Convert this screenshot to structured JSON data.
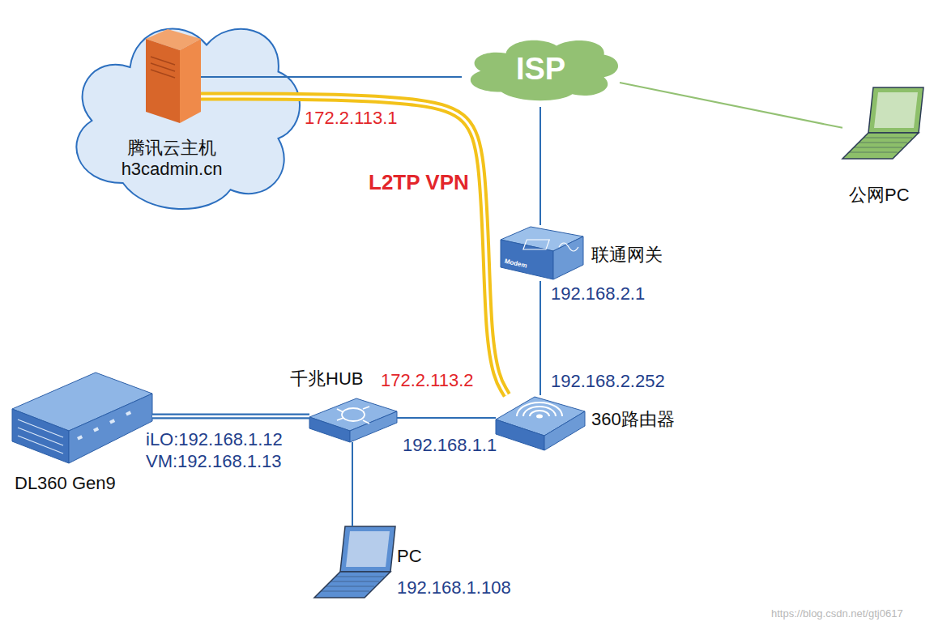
{
  "diagram": {
    "nodes": [
      {
        "text": [
          "腾讯云主机 h3cadmin.cn"
        ]
      },
      {
        "text": [
          "ISP"
        ]
      },
      {
        "text": [
          "公网PC"
        ]
      },
      {
        "text": [
          "联通网关"
        ]
      },
      {
        "text": [
          "360路由器"
        ]
      },
      {
        "text": [
          "千兆HUB"
        ]
      },
      {
        "text": [
          "DL360 Gen9"
        ]
      },
      {
        "text": [
          "PC",
          "192.168.1.108"
        ]
      }
    ],
    "edges": [
      {
        "from": 0,
        "to": 1,
        "arrow": "none"
      },
      {
        "from": 1,
        "to": 2,
        "arrow": "none"
      },
      {
        "from": 1,
        "to": 3,
        "arrow": "none"
      },
      {
        "from": 3,
        "to": 4,
        "arrow": "none"
      },
      {
        "from": 0,
        "to": 4,
        "label": "L2TP VPN",
        "arrow": "none"
      },
      {
        "from": 4,
        "to": 5,
        "arrow": "none"
      },
      {
        "from": 5,
        "to": 6,
        "arrow": "none"
      },
      {
        "from": 5,
        "to": 7,
        "arrow": "none"
      }
    ],
    "labels": [
      "172.2.113.1",
      "192.168.2.1",
      "172.2.113.2",
      "192.168.2.252",
      "192.168.1.1",
      "iLO:192.168.1.12",
      "VM:192.168.1.13",
      "Modem",
      "https://blog.csdn.net/gtj0617"
    ]
  }
}
